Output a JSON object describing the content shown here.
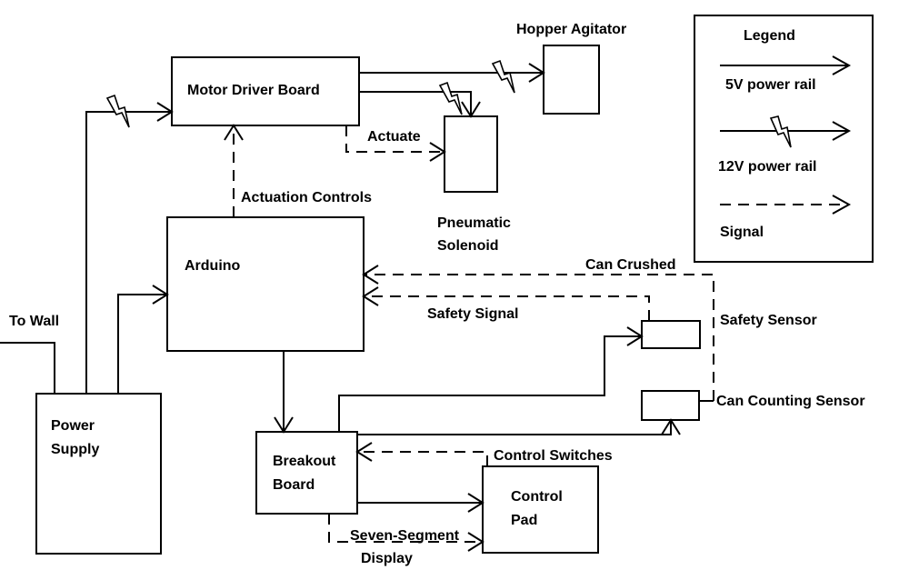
{
  "blocks": {
    "motor_driver": "Motor Driver Board",
    "hopper_agitator": "Hopper Agitator",
    "pneumatic_solenoid_line1": "Pneumatic",
    "pneumatic_solenoid_line2": "Solenoid",
    "arduino": "Arduino",
    "power_supply_line1": "Power",
    "power_supply_line2": "Supply",
    "breakout_board_line1": "Breakout",
    "breakout_board_line2": "Board",
    "control_pad_line1": "Control",
    "control_pad_line2": "Pad",
    "safety_sensor": "Safety Sensor",
    "can_counting_sensor": "Can Counting Sensor"
  },
  "connections": {
    "actuate": "Actuate",
    "actuation_controls": "Actuation Controls",
    "can_crushed": "Can Crushed",
    "safety_signal": "Safety Signal",
    "to_wall": "To Wall",
    "control_switches": "Control Switches",
    "seven_segment_line1": "Seven-Segment",
    "seven_segment_line2": "Display"
  },
  "legend": {
    "title": "Legend",
    "items": [
      {
        "label": "5V power rail",
        "style": "solid"
      },
      {
        "label": "12V power rail",
        "style": "bolt"
      },
      {
        "label": "Signal",
        "style": "dashed"
      }
    ]
  }
}
